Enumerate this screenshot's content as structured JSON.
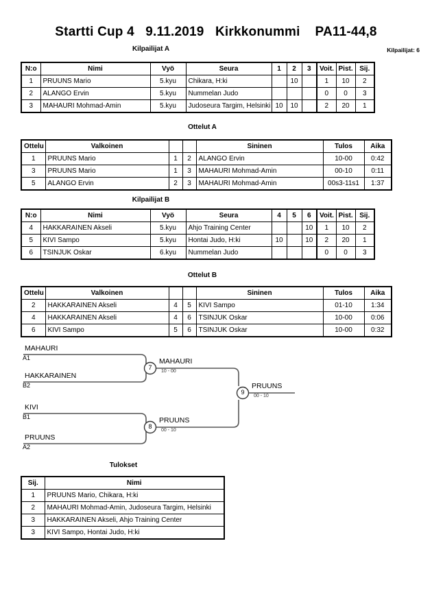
{
  "header": {
    "title": "Startti Cup 4   9.11.2019   Kirkkonummi    PA11-44,8",
    "entrants_label": "Kilpailijat: 6"
  },
  "sections": {
    "pool_a_caption": "Kilpailijat A",
    "matches_a_caption": "Ottelut A",
    "pool_b_caption": "Kilpailijat B",
    "matches_b_caption": "Ottelut B",
    "results_caption": "Tulokset"
  },
  "pool_a": {
    "columns": [
      "N:o",
      "Nimi",
      "Vyö",
      "Seura",
      "1",
      "2",
      "3",
      "Voit.",
      "Pist.",
      "Sij."
    ],
    "rows": [
      {
        "no": "1",
        "name": "PRUUNS Mario",
        "belt": "5.kyu",
        "club": "Chikara, H:ki",
        "m1": "",
        "m2": "10",
        "m3": "",
        "wins": "1",
        "points": "10",
        "rank": "2"
      },
      {
        "no": "2",
        "name": "ALANGO Ervin",
        "belt": "5.kyu",
        "club": "Nummelan Judo",
        "m1": "",
        "m2": "",
        "m3": "",
        "wins": "0",
        "points": "0",
        "rank": "3"
      },
      {
        "no": "3",
        "name": "MAHAURI Mohmad-Amin",
        "belt": "5.kyu",
        "club": "Judoseura Targim, Helsinki",
        "m1": "10",
        "m2": "10",
        "m3": "",
        "wins": "2",
        "points": "20",
        "rank": "1"
      }
    ]
  },
  "matches_a": {
    "columns": [
      "Ottelu",
      "Valkoinen",
      "",
      "",
      "Sininen",
      "Tulos",
      "Aika"
    ],
    "rows": [
      {
        "match": "1",
        "white": "PRUUNS Mario",
        "white_no": "1",
        "blue_no": "2",
        "blue": "ALANGO Ervin",
        "result": "10-00",
        "time": "0:42"
      },
      {
        "match": "3",
        "white": "PRUUNS Mario",
        "white_no": "1",
        "blue_no": "3",
        "blue": "MAHAURI Mohmad-Amin",
        "result": "00-10",
        "time": "0:11"
      },
      {
        "match": "5",
        "white": "ALANGO Ervin",
        "white_no": "2",
        "blue_no": "3",
        "blue": "MAHAURI Mohmad-Amin",
        "result": "00s3-11s1",
        "time": "1:37"
      }
    ]
  },
  "pool_b": {
    "columns": [
      "N:o",
      "Nimi",
      "Vyö",
      "Seura",
      "4",
      "5",
      "6",
      "Voit.",
      "Pist.",
      "Sij."
    ],
    "rows": [
      {
        "no": "4",
        "name": "HAKKARAINEN Akseli",
        "belt": "5.kyu",
        "club": "Ahjo Training Center",
        "m1": "",
        "m2": "",
        "m3": "10",
        "wins": "1",
        "points": "10",
        "rank": "2"
      },
      {
        "no": "5",
        "name": "KIVI Sampo",
        "belt": "5.kyu",
        "club": "Hontai Judo, H:ki",
        "m1": "10",
        "m2": "",
        "m3": "10",
        "wins": "2",
        "points": "20",
        "rank": "1"
      },
      {
        "no": "6",
        "name": "TSINJUK Oskar",
        "belt": "6.kyu",
        "club": "Nummelan Judo",
        "m1": "",
        "m2": "",
        "m3": "",
        "wins": "0",
        "points": "0",
        "rank": "3"
      }
    ]
  },
  "matches_b": {
    "columns": [
      "Ottelu",
      "Valkoinen",
      "",
      "",
      "Sininen",
      "Tulos",
      "Aika"
    ],
    "rows": [
      {
        "match": "2",
        "white": "HAKKARAINEN Akseli",
        "white_no": "4",
        "blue_no": "5",
        "blue": "KIVI Sampo",
        "result": "01-10",
        "time": "1:34"
      },
      {
        "match": "4",
        "white": "HAKKARAINEN Akseli",
        "white_no": "4",
        "blue_no": "6",
        "blue": "TSINJUK Oskar",
        "result": "10-00",
        "time": "0:06"
      },
      {
        "match": "6",
        "white": "KIVI Sampo",
        "white_no": "5",
        "blue_no": "6",
        "blue": "TSINJUK Oskar",
        "result": "10-00",
        "time": "0:32"
      }
    ]
  },
  "bracket": {
    "entries": [
      {
        "name": "MAHAURI",
        "seed": "A1"
      },
      {
        "name": "HAKKARAINEN",
        "seed": "B2"
      },
      {
        "name": "KIVI",
        "seed": "B1"
      },
      {
        "name": "PRUUNS",
        "seed": "A2"
      }
    ],
    "matches": [
      {
        "number": "7",
        "winner": "MAHAURI",
        "score": "10 - 00"
      },
      {
        "number": "8",
        "winner": "PRUUNS",
        "score": "00 - 10"
      },
      {
        "number": "9",
        "winner": "PRUUNS",
        "score": "00 - 10"
      }
    ]
  },
  "results": {
    "columns": [
      "Sij.",
      "Nimi"
    ],
    "rows": [
      {
        "rank": "1",
        "name": "PRUUNS Mario, Chikara, H:ki"
      },
      {
        "rank": "2",
        "name": "MAHAURI Mohmad-Amin, Judoseura Targim, Helsinki"
      },
      {
        "rank": "3",
        "name": "HAKKARAINEN Akseli, Ahjo Training Center"
      },
      {
        "rank": "3",
        "name": "KIVI Sampo, Hontai Judo, H:ki"
      }
    ]
  }
}
